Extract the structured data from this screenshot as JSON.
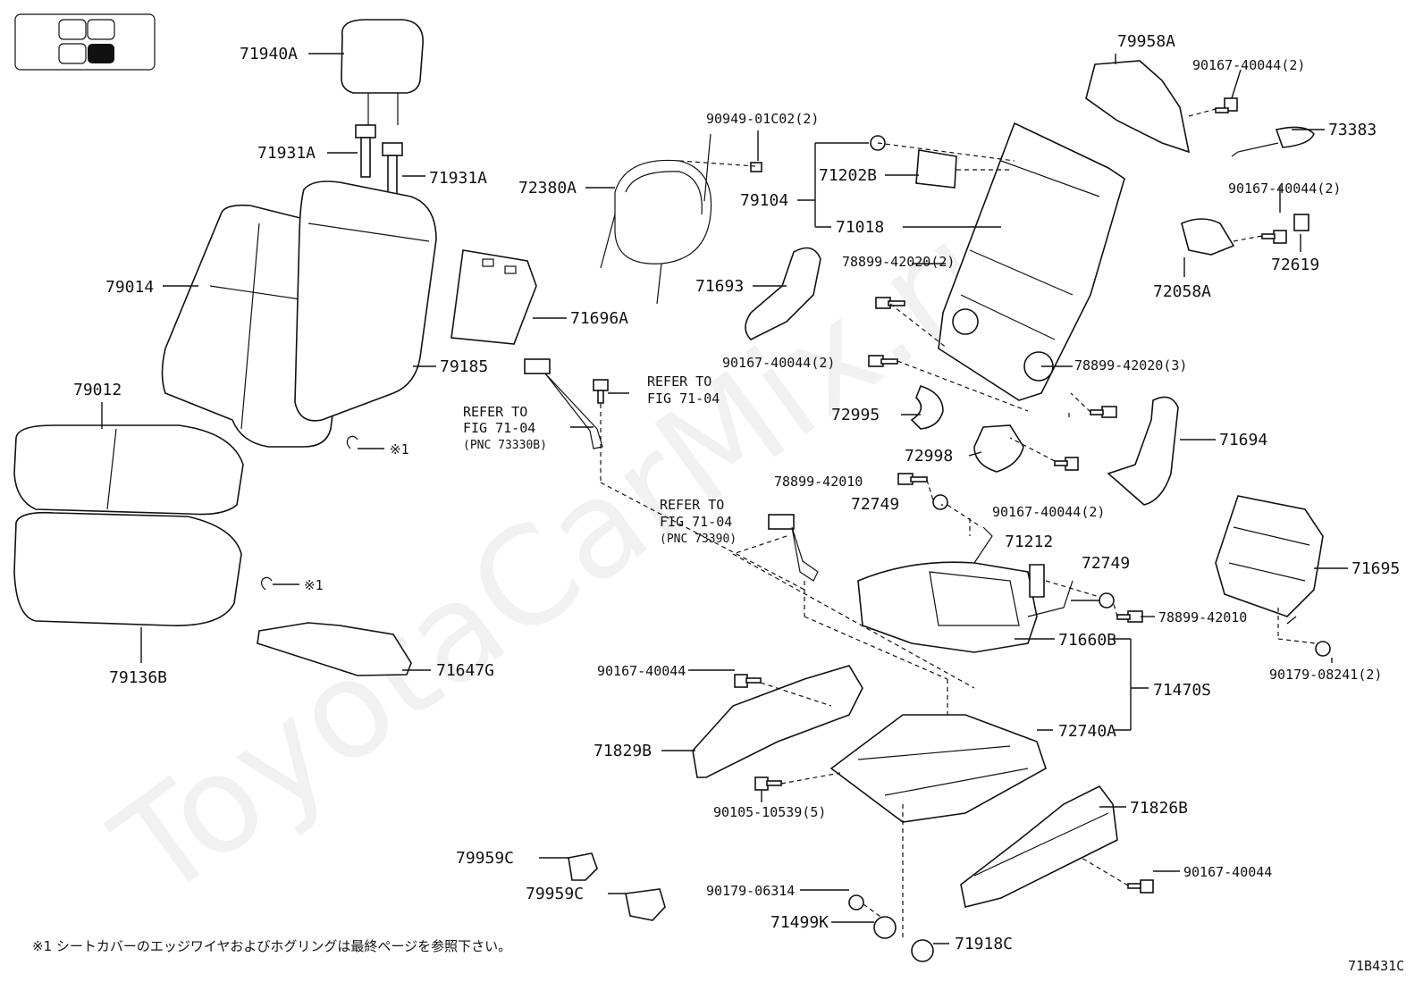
{
  "watermark": "ToyotaCarMix.ru",
  "figure_code": "71B431C",
  "footnote": "※1 シートカバーのエッジワイヤおよびホグリングは最終ページを参照下さい。",
  "part_labels": {
    "p71940A": "71940A",
    "p71931A_1": "71931A",
    "p71931A_2": "71931A",
    "p79014": "79014",
    "p79185": "79185",
    "p79012": "79012",
    "p79136B": "79136B",
    "p71647G": "71647G",
    "p72380A": "72380A",
    "p90949": "90949-01C02(2)",
    "p79104": "79104",
    "p71202B": "71202B",
    "p71018": "71018",
    "p71696A": "71696A",
    "p71693": "71693",
    "p78899_a": "78899-42020(2)",
    "p90167_a": "90167-40044(2)",
    "p72995": "72995",
    "p72998": "72998",
    "p78899_b": "78899-42020(3)",
    "p71694": "71694",
    "p79958A": "79958A",
    "p90167_b": "90167-40044(2)",
    "p73383": "73383",
    "p90167_c": "90167-40044(2)",
    "p72058A": "72058A",
    "p72619": "72619",
    "p78899_c": "78899-42010",
    "p72749_a": "72749",
    "p90167_d": "90167-40044(2)",
    "p71212": "71212",
    "p72749_b": "72749",
    "p71695": "71695",
    "p78899_d": "78899-42010",
    "p71660B": "71660B",
    "p71470S": "71470S",
    "p72740A": "72740A",
    "p90179_a": "90179-08241(2)",
    "p90167_e": "90167-40044",
    "p71829B": "71829B",
    "p90105": "90105-10539(5)",
    "p71826B": "71826B",
    "p90167_f": "90167-40044",
    "p79959C_1": "79959C",
    "p79959C_2": "79959C",
    "p90179_b": "90179-06314",
    "p71499K": "71499K",
    "p71918C": "71918C",
    "note1": "※1",
    "note2": "※1"
  },
  "refer_notes": {
    "a1": "REFER TO",
    "a2": "FIG 71-04",
    "b1": "REFER TO",
    "b2": "FIG 71-04",
    "b3": "(PNC 73330B)",
    "c1": "REFER TO",
    "c2": "FIG 71-04",
    "c3": "(PNC 73390)"
  }
}
